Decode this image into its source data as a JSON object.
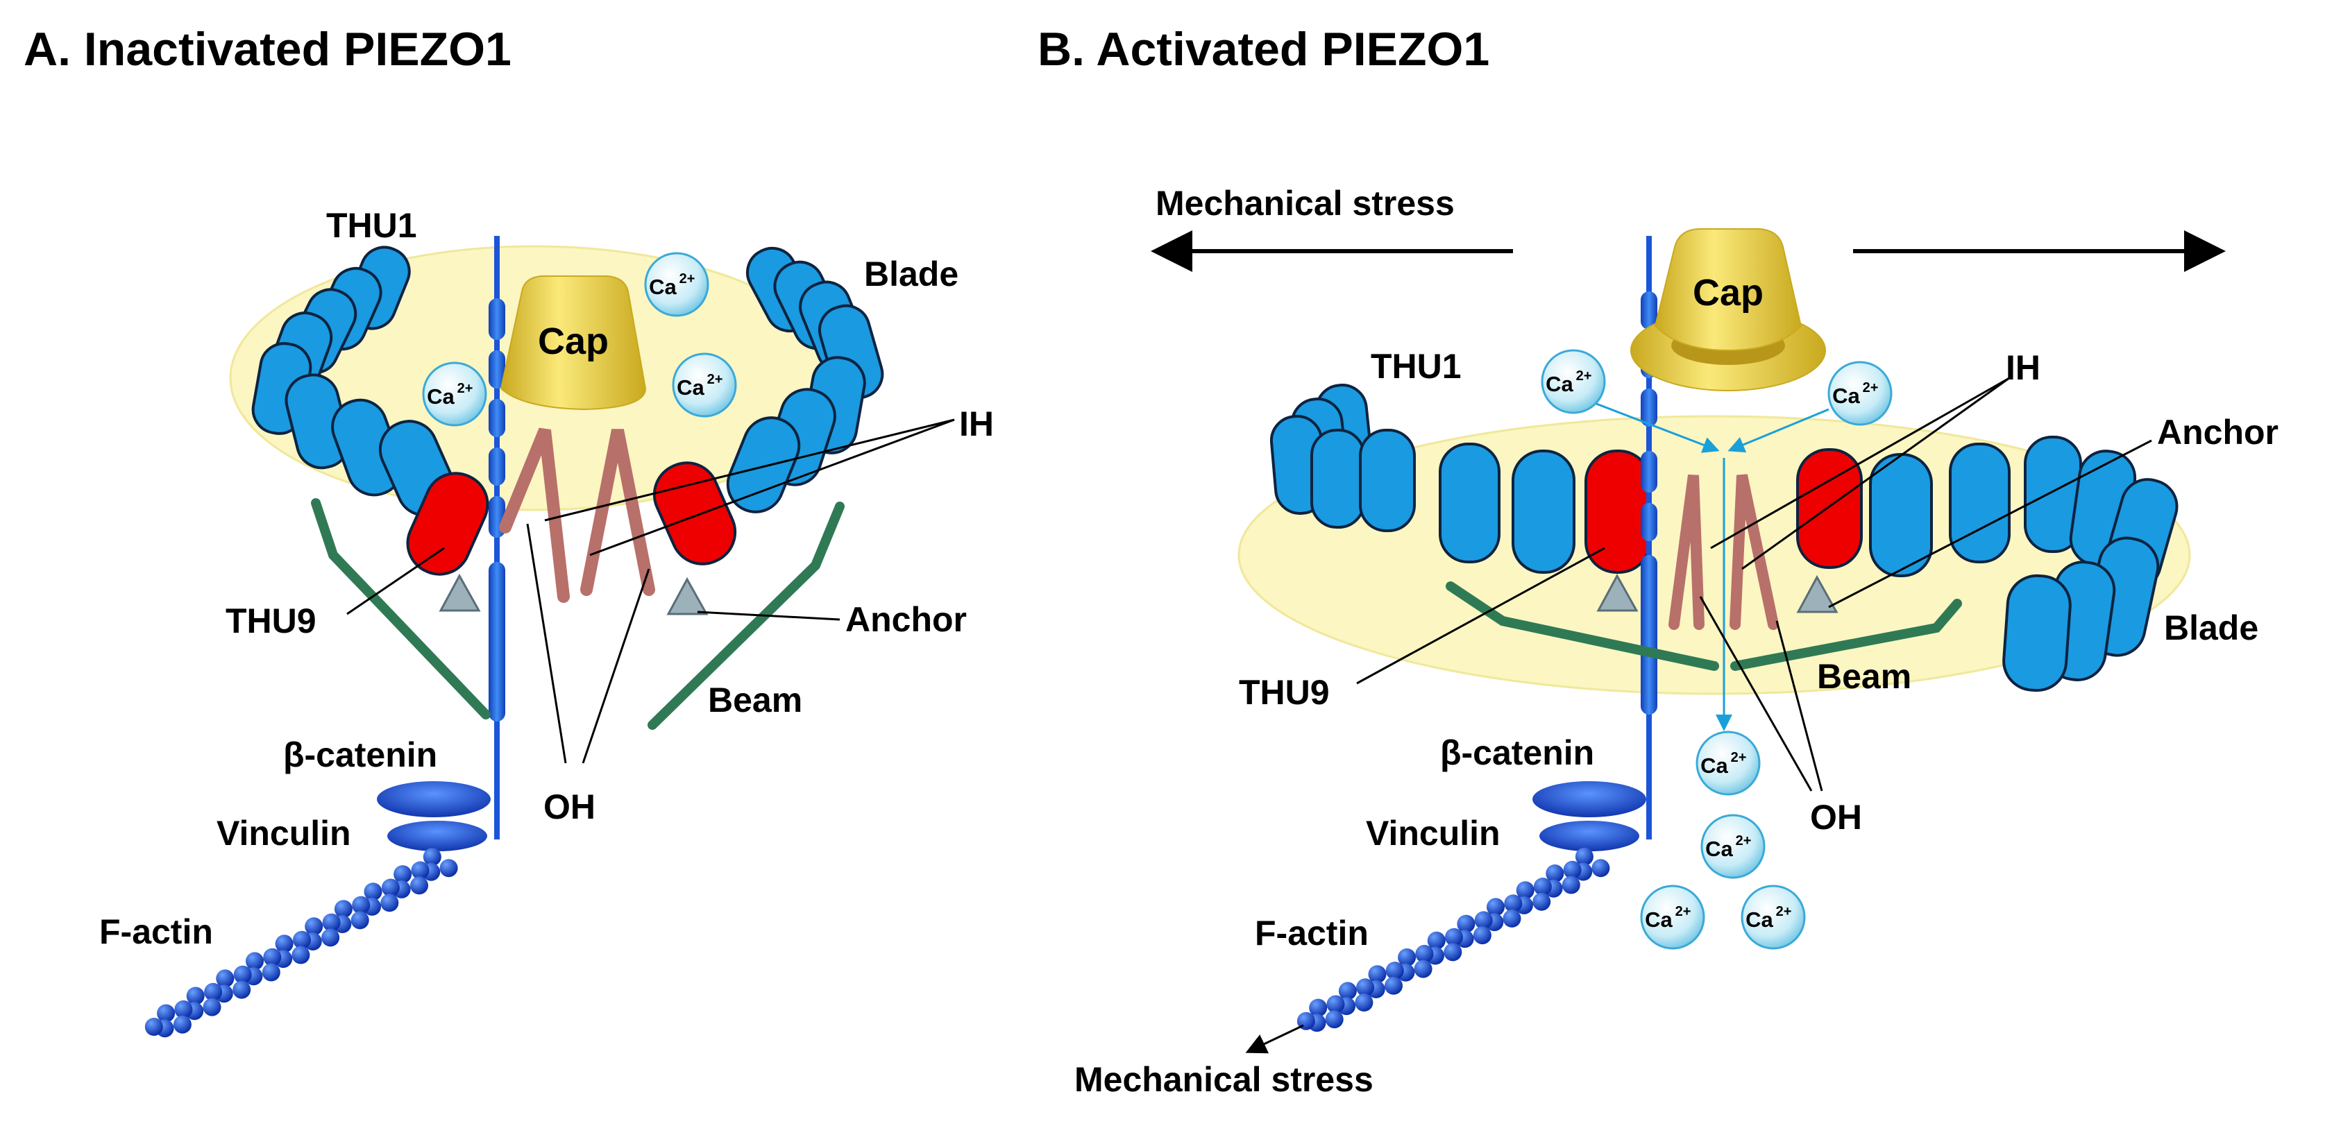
{
  "panels": [
    {
      "title": "A. Inactivated PIEZO1",
      "labels": {
        "thu1": "THU1",
        "blade": "Blade",
        "cap": "Cap",
        "ih": "IH",
        "thu9": "THU9",
        "anchor": "Anchor",
        "beam": "Beam",
        "oh": "OH",
        "beta_catenin": "β-catenin",
        "vinculin": "Vinculin",
        "f_actin": "F-actin"
      }
    },
    {
      "title": "B. Activated PIEZO1",
      "labels": {
        "stress_top": "Mechanical stress",
        "thu1": "THU1",
        "cap": "Cap",
        "ih": "IH",
        "anchor": "Anchor",
        "blade": "Blade",
        "thu9": "THU9",
        "beam": "Beam",
        "oh": "OH",
        "beta_catenin": "β-catenin",
        "vinculin": "Vinculin",
        "f_actin": "F-actin",
        "stress_bottom": "Mechanical stress"
      }
    }
  ],
  "ion": {
    "base": "Ca",
    "charge": "2+"
  },
  "colors": {
    "blade": "#1a9ae0",
    "thu9": "#ee0000",
    "membrane": "#fbf6c2",
    "cap": "#f0d84a",
    "helix": "#b8706a",
    "beam": "#2f7a55",
    "anchor": "#9db1bb",
    "axis": "#1c55d8",
    "ion_fill": "#bfe9f5",
    "arrow_ion": "#1aa0d8"
  }
}
